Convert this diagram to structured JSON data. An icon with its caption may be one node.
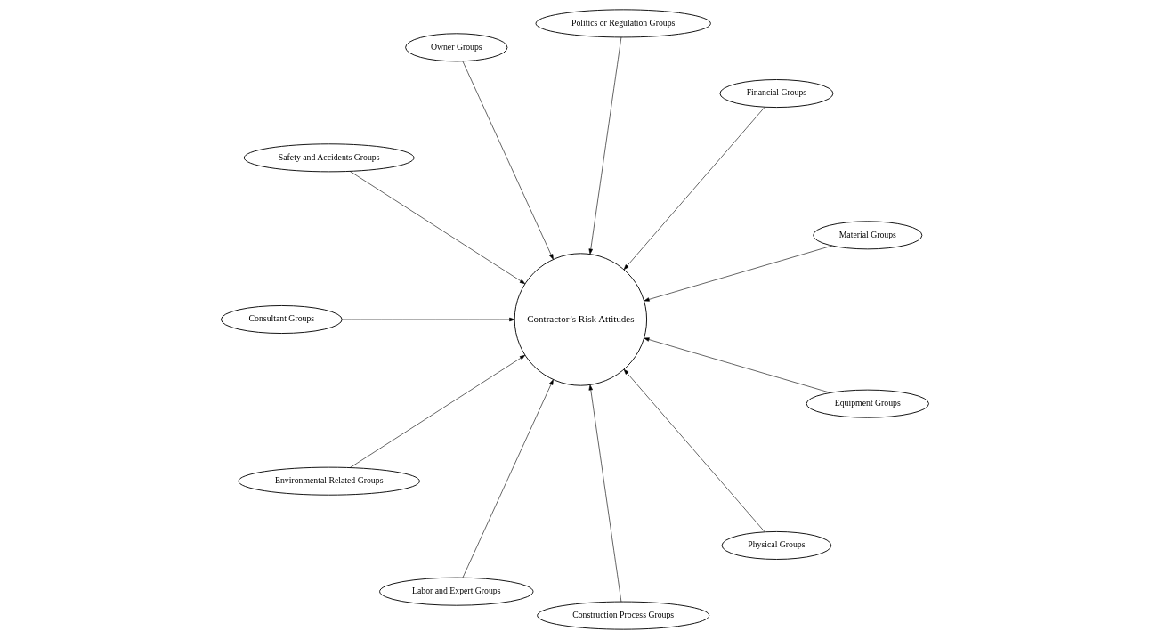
{
  "diagram": {
    "nodes": [
      {
        "text": [
          "Material Groups"
        ]
      },
      {
        "text": [
          "Financial Groups"
        ]
      },
      {
        "text": [
          "Politics or Regulation Groups"
        ]
      },
      {
        "text": [
          "Owner Groups"
        ]
      },
      {
        "text": [
          "Safety and Accidents Groups"
        ]
      },
      {
        "text": [
          "Consultant Groups"
        ]
      },
      {
        "text": [
          "Environmental Related Groups"
        ]
      },
      {
        "text": [
          "Labor and Expert Groups"
        ]
      },
      {
        "text": [
          "Construction Process Groups"
        ]
      },
      {
        "text": [
          "Contractor’s Risk Attitudes"
        ]
      },
      {
        "text": [
          "Physical Groups"
        ]
      },
      {
        "text": [
          "Equipment Groups"
        ]
      }
    ],
    "edges": [
      {
        "from": 0,
        "to": 9,
        "arrow": "to"
      },
      {
        "from": 1,
        "to": 9,
        "arrow": "to"
      },
      {
        "from": 2,
        "to": 9,
        "arrow": "to"
      },
      {
        "from": 3,
        "to": 9,
        "arrow": "to"
      },
      {
        "from": 4,
        "to": 9,
        "arrow": "to"
      },
      {
        "from": 5,
        "to": 9,
        "arrow": "to"
      },
      {
        "from": 6,
        "to": 9,
        "arrow": "to"
      },
      {
        "from": 7,
        "to": 9,
        "arrow": "to"
      },
      {
        "from": 8,
        "to": 9,
        "arrow": "to"
      },
      {
        "from": 10,
        "to": 9,
        "arrow": "to"
      },
      {
        "from": 11,
        "to": 9,
        "arrow": "to"
      }
    ]
  }
}
